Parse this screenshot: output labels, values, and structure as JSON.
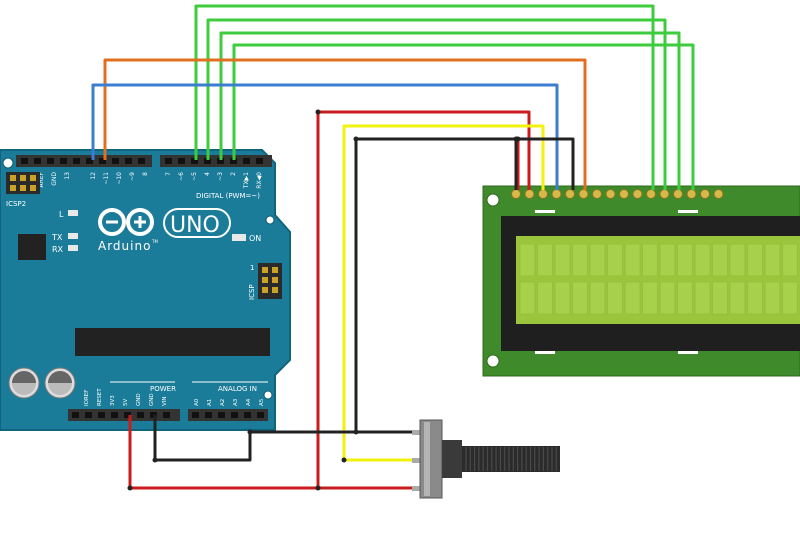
{
  "arduino": {
    "brand": "Arduino",
    "model": "UNO",
    "trademark": "TM",
    "labels": {
      "icsp2": "ICSP2",
      "icsp": "ICSP",
      "icsp_pin1": "1",
      "on": "ON",
      "l": "L",
      "tx": "TX",
      "rx": "RX",
      "digital": "DIGITAL (PWM=~)",
      "power": "POWER",
      "analog_in": "ANALOG IN"
    },
    "digital_pins": [
      "AREF",
      "GND",
      "13",
      "12",
      "~11",
      "~10",
      "~9",
      "8",
      "7",
      "~6",
      "~5",
      "4",
      "~3",
      "2",
      "TX▶1",
      "RX◀0"
    ],
    "power_pins": [
      "IOREF",
      "RESET",
      "3V3",
      "5V",
      "GND",
      "GND",
      "VIN"
    ],
    "analog_pins": [
      "A0",
      "A1",
      "A2",
      "A3",
      "A4",
      "A5"
    ]
  },
  "colors": {
    "board": "#1b7c99",
    "board_edge": "#11647d",
    "header": "#333333",
    "lcd_pcb": "#3f8a2a",
    "lcd_screen": "#9bc53d",
    "wire_green": "#3dcc3d",
    "wire_orange": "#e07020",
    "wire_blue": "#3b7ecf",
    "wire_red": "#cc1b1b",
    "wire_yellow": "#f2f20f",
    "wire_black": "#222222",
    "pot_body": "#555555",
    "pot_shaft": "#2b2b2b"
  },
  "components": {
    "lcd": "lcd-16x2",
    "pot": "potentiometer"
  }
}
